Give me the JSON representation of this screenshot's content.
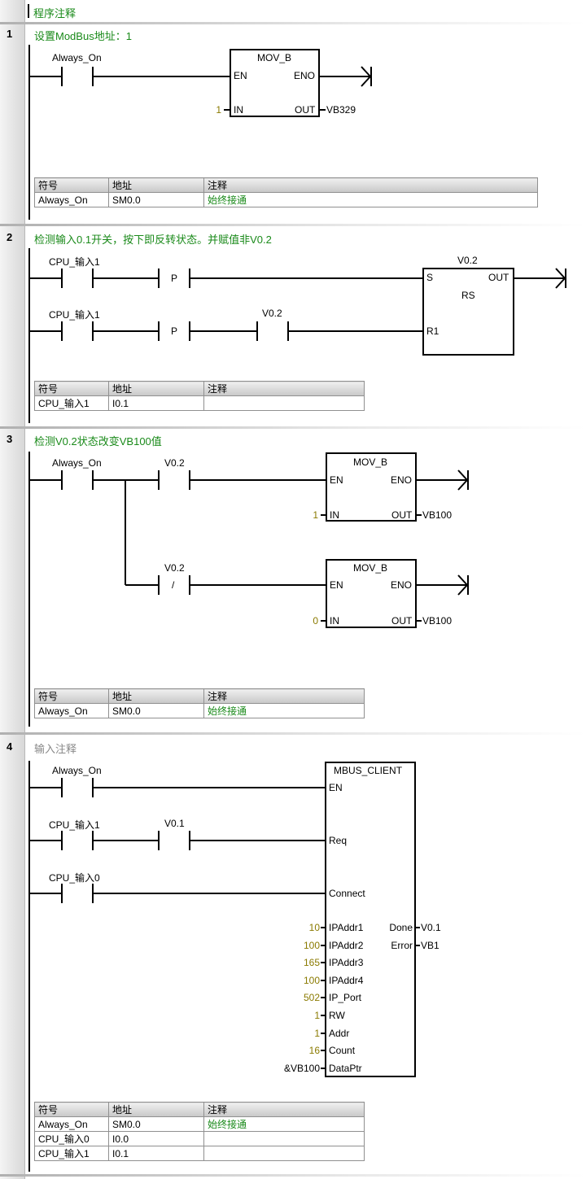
{
  "program_comment": "程序注释",
  "networks": [
    {
      "number": "1",
      "title": "设置ModBus地址：1",
      "contact_label": "Always_On",
      "block": {
        "name": "MOV_B",
        "en": "EN",
        "eno": "ENO",
        "in": "IN",
        "out": "OUT",
        "in_val": "1",
        "out_val": "VB329"
      },
      "table": {
        "headers": [
          "符号",
          "地址",
          "注释"
        ],
        "rows": [
          [
            "Always_On",
            "SM0.0",
            "始终接通"
          ]
        ]
      }
    },
    {
      "number": "2",
      "title": "检测输入0.1开关，按下即反转状态。并赋值非V0.2",
      "row1_contact": "CPU_输入1",
      "row2_contact": "CPU_输入1",
      "p": "P",
      "row2_contact_b": "V0.2",
      "rs": {
        "name": "V0.2",
        "type": "RS",
        "s": "S",
        "r1": "R1",
        "out": "OUT"
      },
      "table": {
        "headers": [
          "符号",
          "地址",
          "注释"
        ],
        "rows": [
          [
            "CPU_输入1",
            "I0.1",
            ""
          ]
        ]
      }
    },
    {
      "number": "3",
      "title": "检测V0.2状态改变VB100值",
      "contact_label": "Always_On",
      "contact_b": "V0.2",
      "contact_c": "V0.2",
      "not_symbol": "/",
      "block1": {
        "name": "MOV_B",
        "en": "EN",
        "eno": "ENO",
        "in": "IN",
        "out": "OUT",
        "in_val": "1",
        "out_val": "VB100"
      },
      "block2": {
        "name": "MOV_B",
        "en": "EN",
        "eno": "ENO",
        "in": "IN",
        "out": "OUT",
        "in_val": "0",
        "out_val": "VB100"
      },
      "table": {
        "headers": [
          "符号",
          "地址",
          "注释"
        ],
        "rows": [
          [
            "Always_On",
            "SM0.0",
            "始终接通"
          ]
        ]
      }
    },
    {
      "number": "4",
      "title": "输入注释",
      "c1": "Always_On",
      "c2": "CPU_输入1",
      "c2b": "V0.1",
      "c3": "CPU_输入0",
      "block": {
        "name": "MBUS_CLIENT",
        "en": "EN",
        "req": "Req",
        "connect": "Connect",
        "params": [
          {
            "label": "IPAddr1",
            "value": "10"
          },
          {
            "label": "IPAddr2",
            "value": "100"
          },
          {
            "label": "IPAddr3",
            "value": "165"
          },
          {
            "label": "IPAddr4",
            "value": "100"
          },
          {
            "label": "IP_Port",
            "value": "502"
          },
          {
            "label": "RW",
            "value": "1"
          },
          {
            "label": "Addr",
            "value": "1"
          },
          {
            "label": "Count",
            "value": "16"
          },
          {
            "label": "DataPtr",
            "value": "&VB100"
          }
        ],
        "outs": [
          {
            "label": "Done",
            "value": "V0.1"
          },
          {
            "label": "Error",
            "value": "VB1"
          }
        ]
      },
      "table": {
        "headers": [
          "符号",
          "地址",
          "注释"
        ],
        "rows": [
          [
            "Always_On",
            "SM0.0",
            "始终接通"
          ],
          [
            "CPU_输入0",
            "I0.0",
            ""
          ],
          [
            "CPU_输入1",
            "I0.1",
            ""
          ]
        ]
      }
    }
  ]
}
